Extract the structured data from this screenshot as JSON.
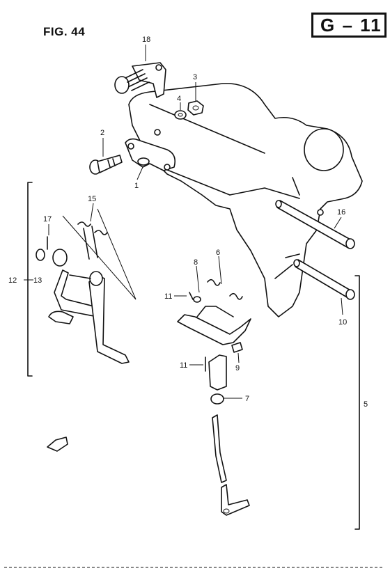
{
  "header": {
    "figure_label": "FIG. 44",
    "page_code": "G – 11"
  },
  "part_numbers": {
    "p1": "1",
    "p2": "2",
    "p3": "3",
    "p4": "4",
    "p5": "5",
    "p6": "6",
    "p7": "7",
    "p8": "8",
    "p9": "9",
    "p10": "10",
    "p11a": "11",
    "p11b": "11",
    "p12": "12",
    "p13": "13",
    "p15": "15",
    "p16": "16",
    "p17": "17",
    "p18": "18"
  },
  "icons": {
    "direction_arrow": "front-arrow-icon"
  }
}
